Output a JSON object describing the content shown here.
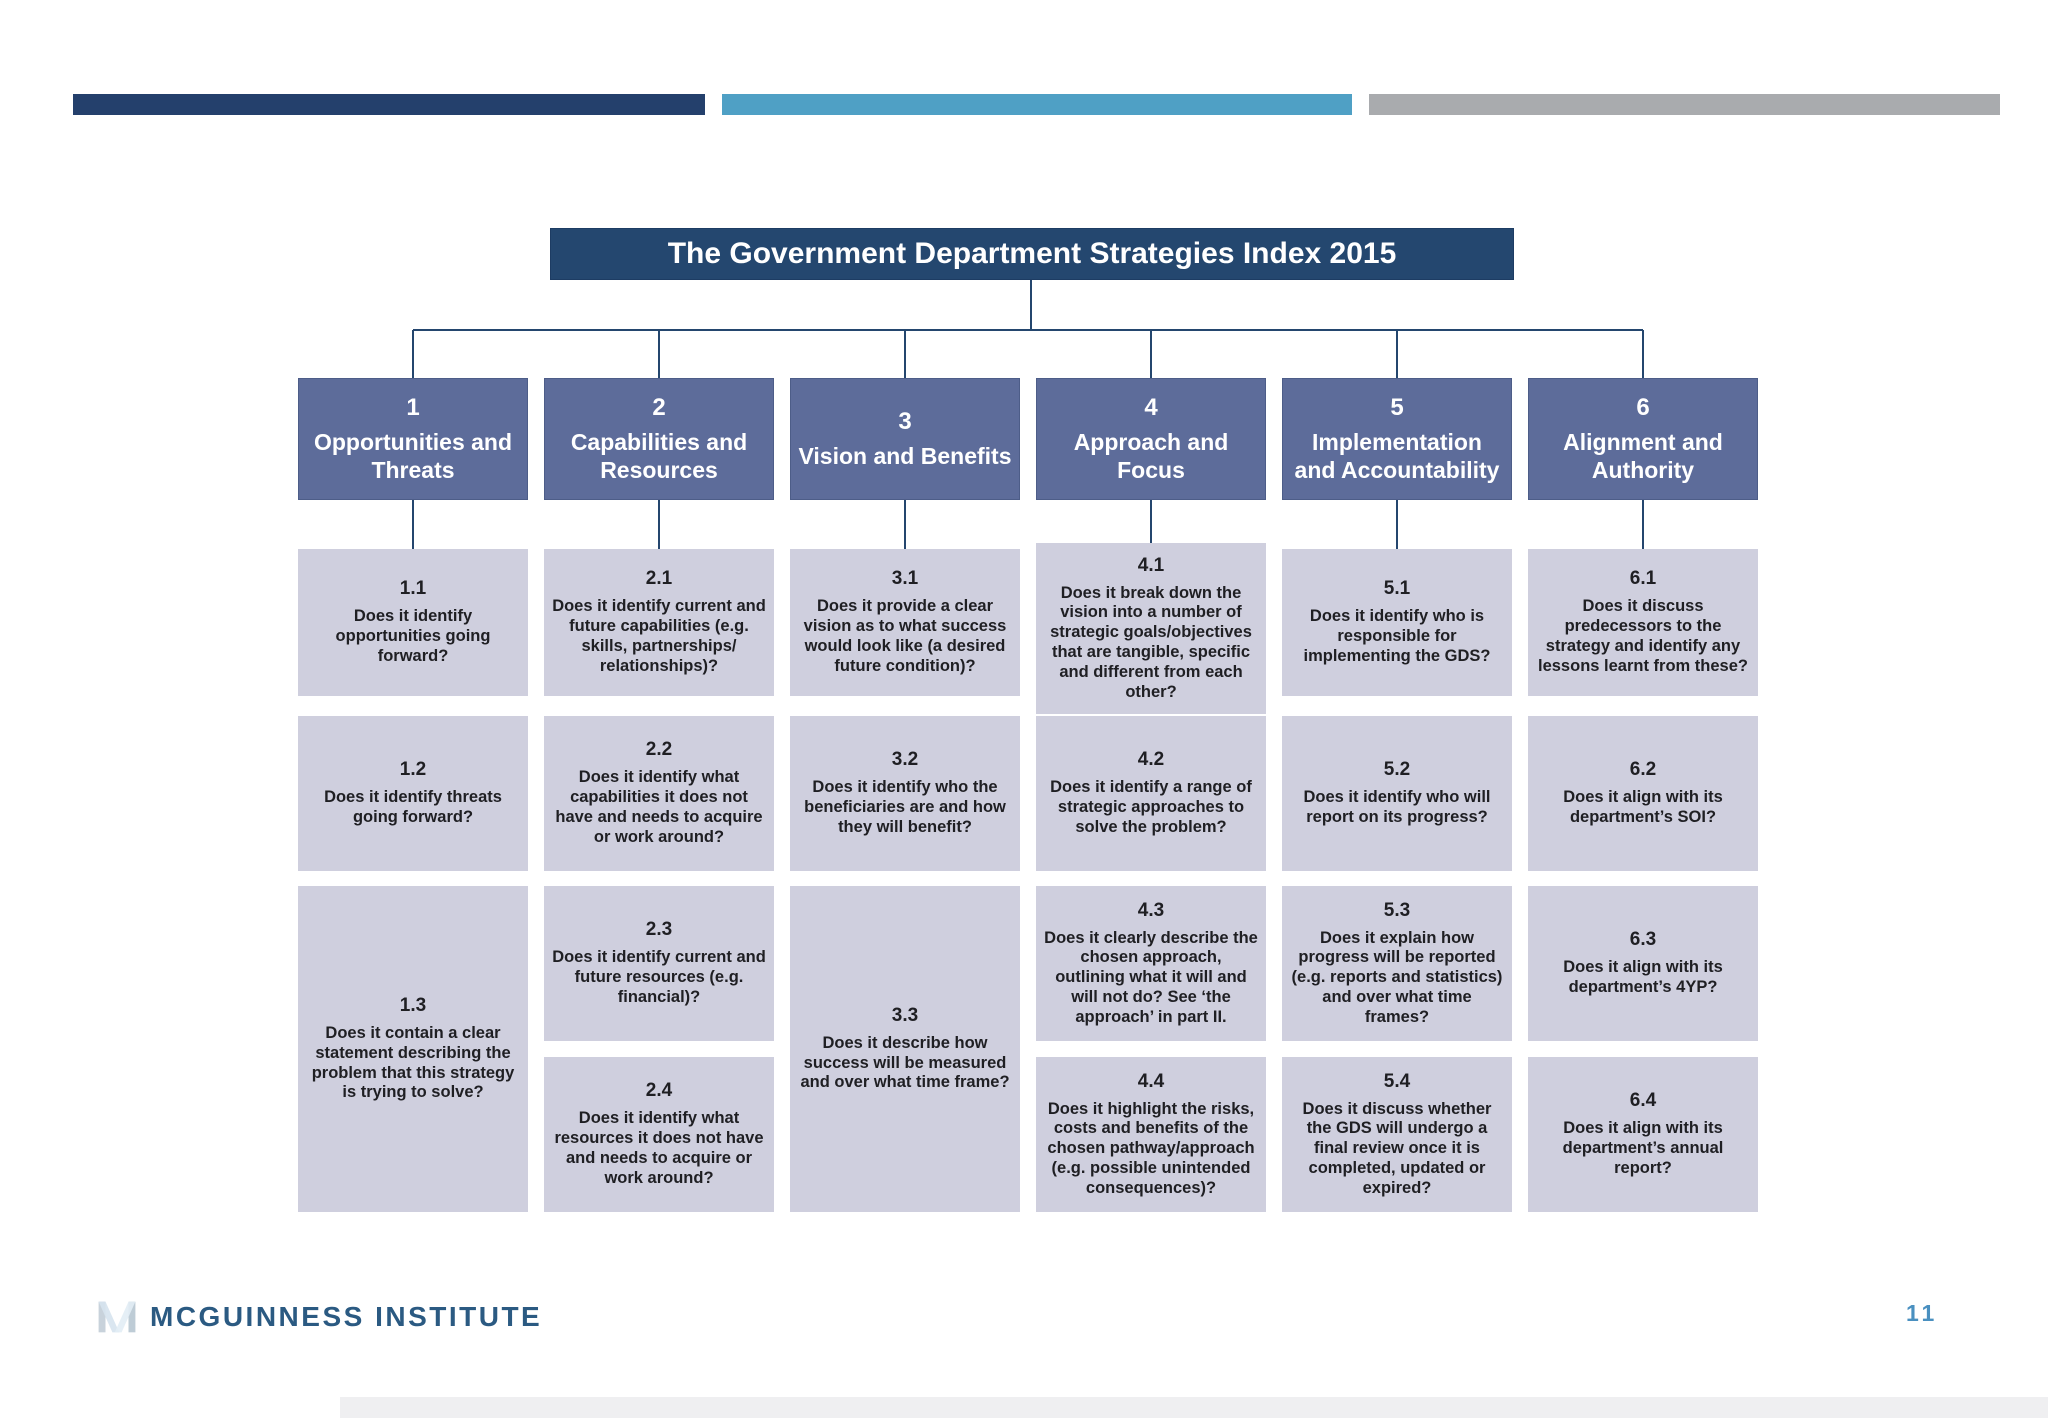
{
  "page": {
    "title": "The Government Department Strategies Index 2015",
    "page_number": "11"
  },
  "footer": {
    "logo_text": "MCGUINNESS INSTITUTE"
  },
  "colors": {
    "title_bar": "#24476F",
    "pillar_header": "#5D6C9A",
    "question_box": "#CFCFDE",
    "connector_line": "#24466E",
    "top_bar_navy": "#24406C",
    "top_bar_blue": "#4FA0C5",
    "top_bar_gray": "#A9ABAE",
    "logo_blue": "#2B5A82",
    "page_number_blue": "#4A90C0"
  },
  "columns": [
    {
      "header": {
        "number": "1",
        "label": "Opportunities and Threats"
      },
      "boxes": [
        {
          "code": "1.1",
          "text": "Does it identify opportunities going forward?"
        },
        {
          "code": "1.2",
          "text": "Does it identify threats going forward?"
        },
        {
          "code": "1.3",
          "text": "Does it contain a clear statement describing the problem that this strategy is trying to solve?"
        }
      ]
    },
    {
      "header": {
        "number": "2",
        "label": "Capabilities and Resources"
      },
      "boxes": [
        {
          "code": "2.1",
          "text": "Does it identify current and future capabilities (e.g. skills, partnerships/ relationships)?"
        },
        {
          "code": "2.2",
          "text": "Does it identify what capabilities it does not have and needs to acquire or work around?"
        },
        {
          "code": "2.3",
          "text": "Does it identify current and future resources (e.g. financial)?"
        },
        {
          "code": "2.4",
          "text": "Does it identify what resources it does not have and needs to acquire or work around?"
        }
      ]
    },
    {
      "header": {
        "number": "3",
        "label": "Vision and Benefits"
      },
      "boxes": [
        {
          "code": "3.1",
          "text": "Does it provide a clear vision as to what success would look like (a desired future condition)?"
        },
        {
          "code": "3.2",
          "text": "Does it identify who the beneficiaries are and how they will benefit?"
        },
        {
          "code": "3.3",
          "text": "Does it describe how success will be measured and over what time frame?"
        }
      ]
    },
    {
      "header": {
        "number": "4",
        "label": "Approach and Focus"
      },
      "boxes": [
        {
          "code": "4.1",
          "text": "Does it break down the vision into a number of strategic goals/objectives that are tangible, specific and different from each other?"
        },
        {
          "code": "4.2",
          "text": "Does it identify a range of strategic approaches to solve the problem?"
        },
        {
          "code": "4.3",
          "text": "Does it clearly describe the chosen approach, outlining what it will and will not do? See ‘the approach’ in part II."
        },
        {
          "code": "4.4",
          "text": "Does it highlight the risks, costs and benefits of the chosen pathway/approach (e.g. possible unintended consequences)?"
        }
      ]
    },
    {
      "header": {
        "number": "5",
        "label": "Implementation and Accountability"
      },
      "boxes": [
        {
          "code": "5.1",
          "text": "Does it identify who is responsible for implementing the GDS?"
        },
        {
          "code": "5.2",
          "text": "Does it identify who will report on its progress?"
        },
        {
          "code": "5.3",
          "text": "Does it explain how progress will be reported (e.g. reports and statistics) and over what time frames?"
        },
        {
          "code": "5.4",
          "text": "Does it discuss whether the GDS will undergo a final review once it is completed, updated or expired?"
        }
      ]
    },
    {
      "header": {
        "number": "6",
        "label": "Alignment and Authority"
      },
      "boxes": [
        {
          "code": "6.1",
          "text": "Does it discuss predecessors to the strategy and identify any lessons learnt from these?"
        },
        {
          "code": "6.2",
          "text": "Does it align with its department’s SOI?"
        },
        {
          "code": "6.3",
          "text": "Does it align with its department’s 4YP?"
        },
        {
          "code": "6.4",
          "text": "Does it align with its department’s annual report?"
        }
      ]
    }
  ]
}
